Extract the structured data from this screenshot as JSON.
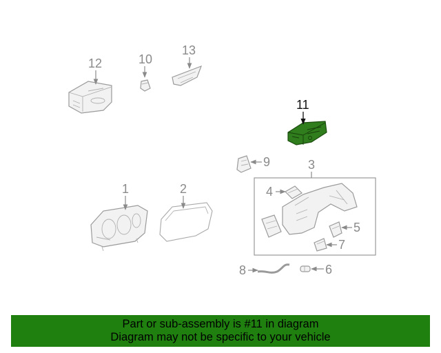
{
  "callouts": {
    "c1": "1",
    "c2": "2",
    "c3": "3",
    "c4": "4",
    "c5": "5",
    "c6": "6",
    "c7": "7",
    "c8": "8",
    "c9": "9",
    "c10": "10",
    "c11": "11",
    "c12": "12",
    "c13": "13"
  },
  "highlighted_part": "11",
  "colors": {
    "highlight_fill": "#2f7d1c",
    "banner_background": "#1f8010",
    "callout_gray": "#8a8a8a",
    "callout_active": "#111111"
  },
  "banner": {
    "line1": "Part or sub-assembly is #11 in diagram",
    "line2": "Diagram may not be specific to your vehicle"
  }
}
